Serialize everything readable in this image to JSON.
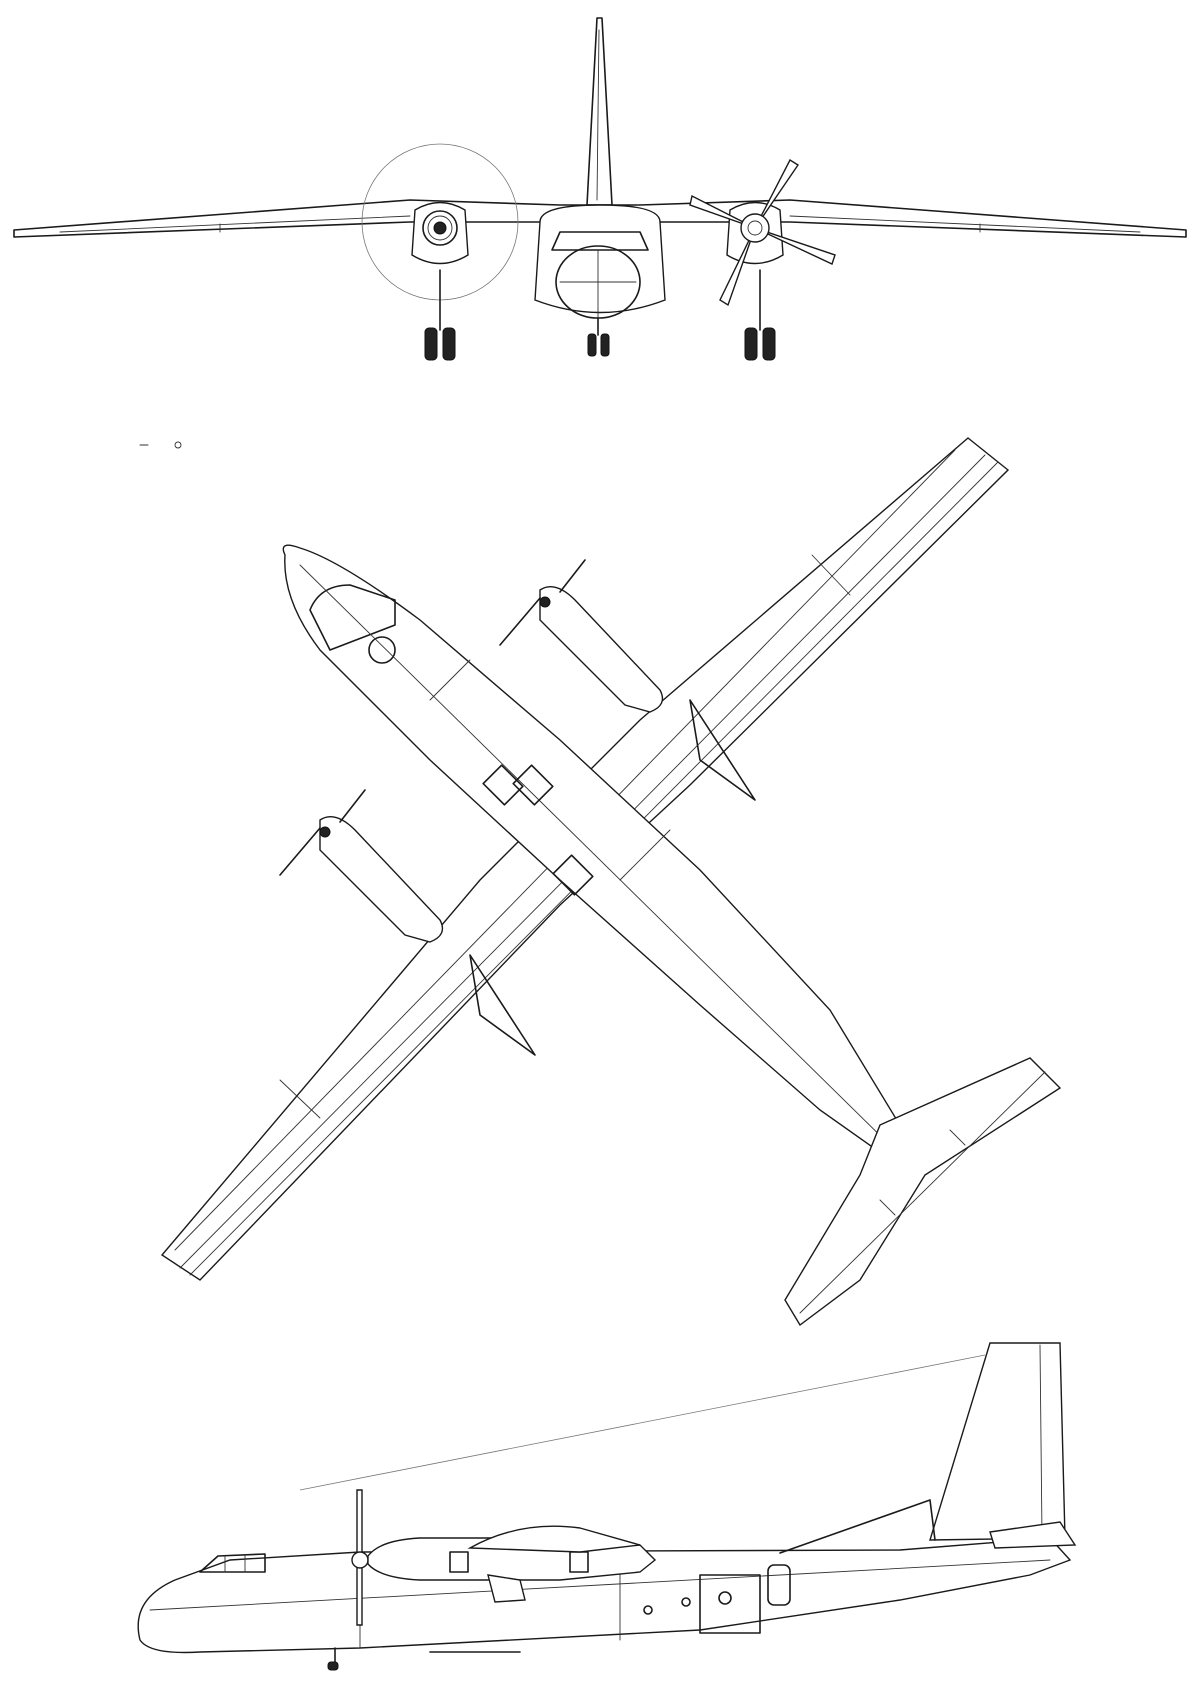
{
  "drawing": {
    "views": [
      "front-view",
      "top-view",
      "side-view"
    ],
    "line_color": "#1a1a1a",
    "background": "#ffffff"
  }
}
